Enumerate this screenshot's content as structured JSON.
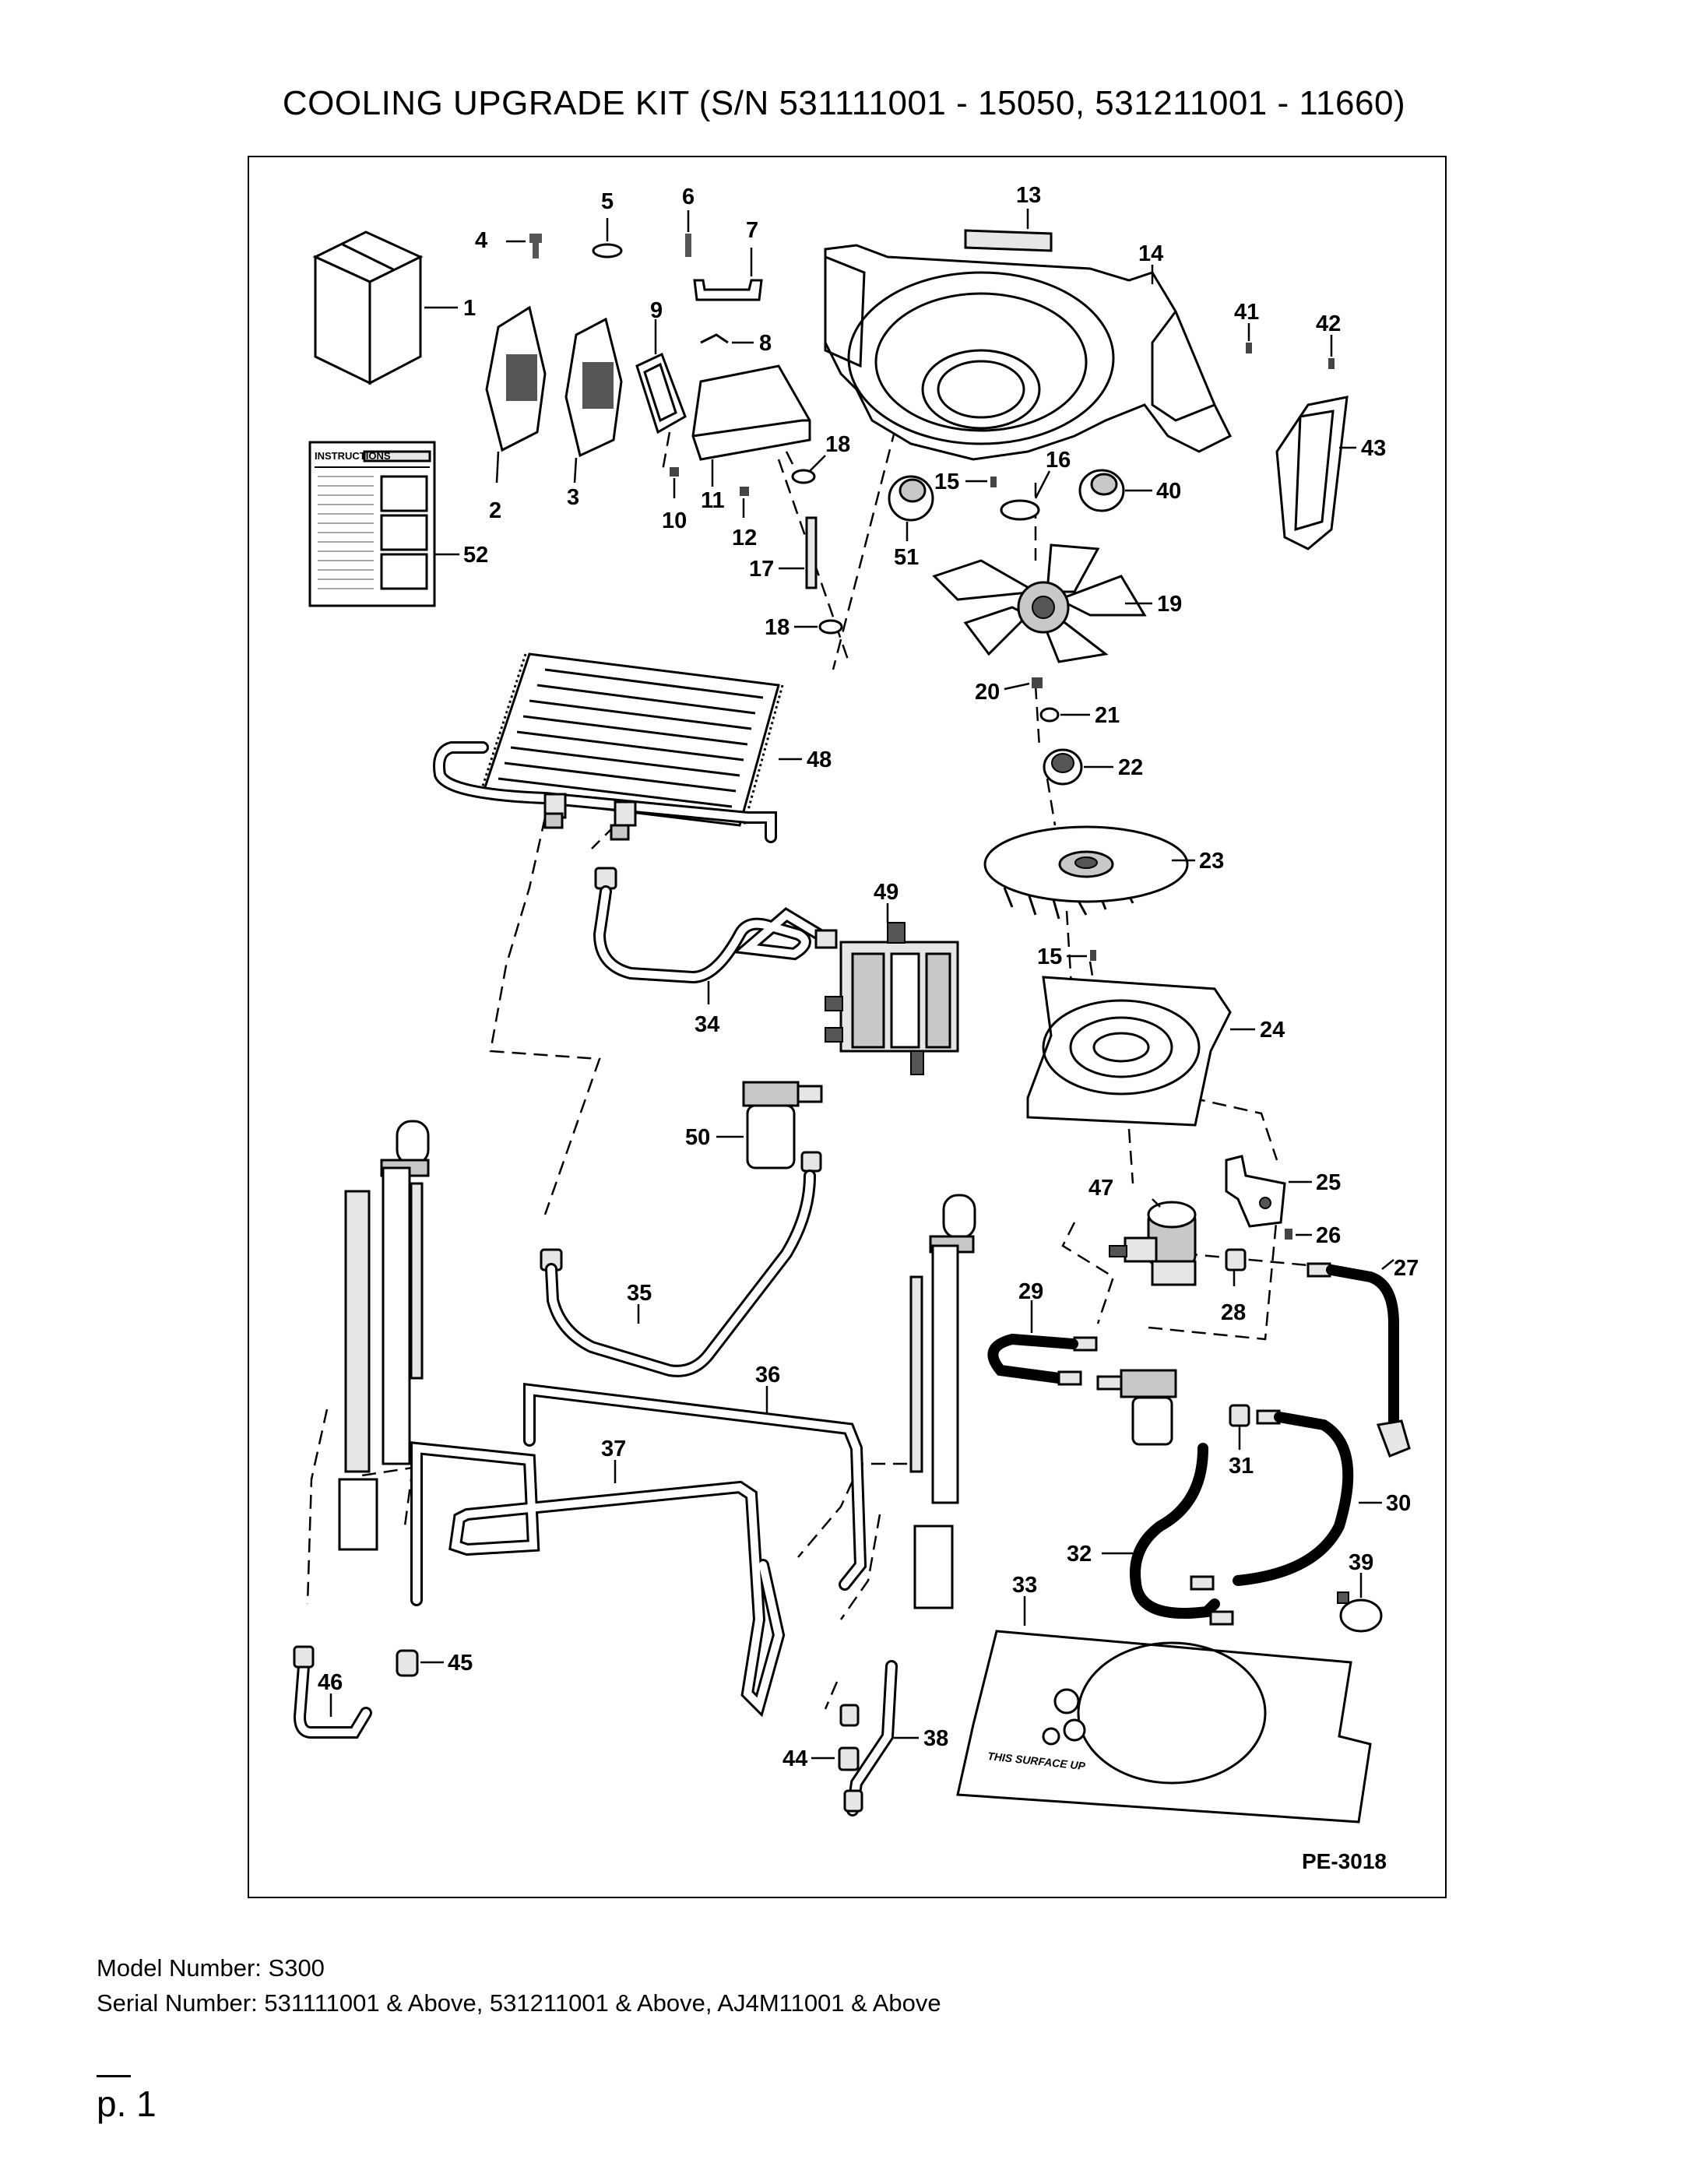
{
  "page": {
    "title": "COOLING UPGRADE KIT (S/N 531111001 - 15050, 531211001 - 11660)",
    "model_number": "Model Number: S300",
    "serial_number": "Serial Number: 531111001 & Above, 531211001 & Above, AJ4M11001 & Above",
    "page_number": "p. 1"
  },
  "diagram": {
    "code": "PE-3018",
    "instructions_label": "INSTRUCTIONS",
    "surface_stamp": "THIS SURFACE UP",
    "callouts": [
      "1",
      "2",
      "3",
      "4",
      "5",
      "6",
      "7",
      "8",
      "9",
      "10",
      "11",
      "12",
      "13",
      "14",
      "15",
      "15",
      "16",
      "17",
      "18",
      "18",
      "19",
      "20",
      "21",
      "22",
      "23",
      "24",
      "25",
      "26",
      "27",
      "28",
      "29",
      "30",
      "31",
      "32",
      "33",
      "34",
      "35",
      "36",
      "37",
      "38",
      "39",
      "40",
      "41",
      "42",
      "43",
      "44",
      "45",
      "46",
      "47",
      "48",
      "49",
      "50",
      "51",
      "52"
    ]
  }
}
